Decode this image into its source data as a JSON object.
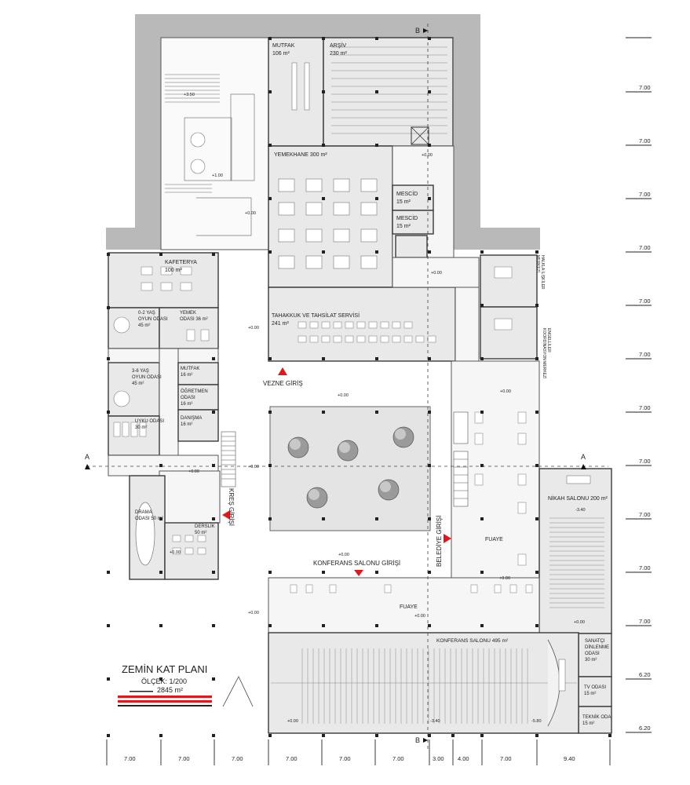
{
  "title": "ZEMİN KAT PLANI",
  "scale": "ÖLÇEK: 1/200",
  "area_total": "2845 m²",
  "rooms": {
    "mutfak": [
      "MUTFAK",
      "106 m²"
    ],
    "arsiv": [
      "ARŞİV",
      "230 m²"
    ],
    "yemekhane": "YEMEKHANE 300 m²",
    "mescid1": [
      "MESCİD",
      "15 m²"
    ],
    "mescid2": [
      "MESCİD",
      "15 m²"
    ],
    "kafeterya": [
      "KAFETERYA",
      "100 m²"
    ],
    "oyun02": [
      "0-2 YAŞ",
      "OYUN ODASI",
      "45 m²"
    ],
    "yemek_odasi": [
      "YEMEK",
      "ODASI 36 m²"
    ],
    "tahakkuk": [
      "TAHAKKUK VE TAHSİLAT SERVİSİ",
      "241 m²"
    ],
    "oyun36": [
      "3-6 YAŞ",
      "OYUN ODASI",
      "45 m²"
    ],
    "mutfak_kres": [
      "MUTFAK",
      "16 m²"
    ],
    "ogretmen": [
      "ÖĞRETMEN",
      "ODASI",
      "16 m²"
    ],
    "danisma": [
      "DANIŞMA",
      "16 m²"
    ],
    "uyku": [
      "UYKU ODASI",
      "30 m²"
    ],
    "drama": [
      "DRAMA",
      "ODASI 50 m²"
    ],
    "derslik": [
      "DERSLİK",
      "50 m²"
    ],
    "nikah": "NİKAH SALONU 200 m²",
    "fuaye1": "FUAYE",
    "fuaye2": "FUAYE",
    "konferans": "KONFERANS SALONU 495 m²",
    "sanatci": [
      "SANATÇI",
      "DİNLENME",
      "ODASI",
      "30 m²"
    ],
    "tv": [
      "TV ODASI",
      "15 m²"
    ],
    "teknik": [
      "TEKNİK ODA",
      "15 m²"
    ],
    "halkla": [
      "HALKLA İLİŞKİLER",
      "MERKEZİ"
    ],
    "engelliler": [
      "ENGELLİLER",
      "KOORDİNASYON MERKEZİ"
    ]
  },
  "entrances": {
    "vezne": "VEZNE GİRİŞ",
    "kres": "KREŞ GİRİŞİ",
    "belediye": "BELEDİYE GİRİŞİ",
    "konferans": "KONFERANS SALONU GİRİŞİ"
  },
  "levels": {
    "l350": "+3.50",
    "l100": "+1.00",
    "l000": "+0.00",
    "lm340": "-3.40",
    "lm580": "-5.80"
  },
  "section_marks": {
    "a": "A",
    "b": "B"
  },
  "dims_right": [
    "7.00",
    "7.00",
    "7.00",
    "7.00",
    "7.00",
    "7.00",
    "7.00",
    "7.00",
    "7.00",
    "7.00",
    "7.00",
    "6.20",
    "6.20"
  ],
  "dims_bottom": [
    "7.00",
    "7.00",
    "7.00",
    "7.00",
    "7.00",
    "7.00",
    "3.00",
    "4.00",
    "7.00",
    "9.40"
  ],
  "colors": {
    "wall": "#b9b9b9",
    "room": "#e9e9e9",
    "accent": "#e3161a"
  }
}
